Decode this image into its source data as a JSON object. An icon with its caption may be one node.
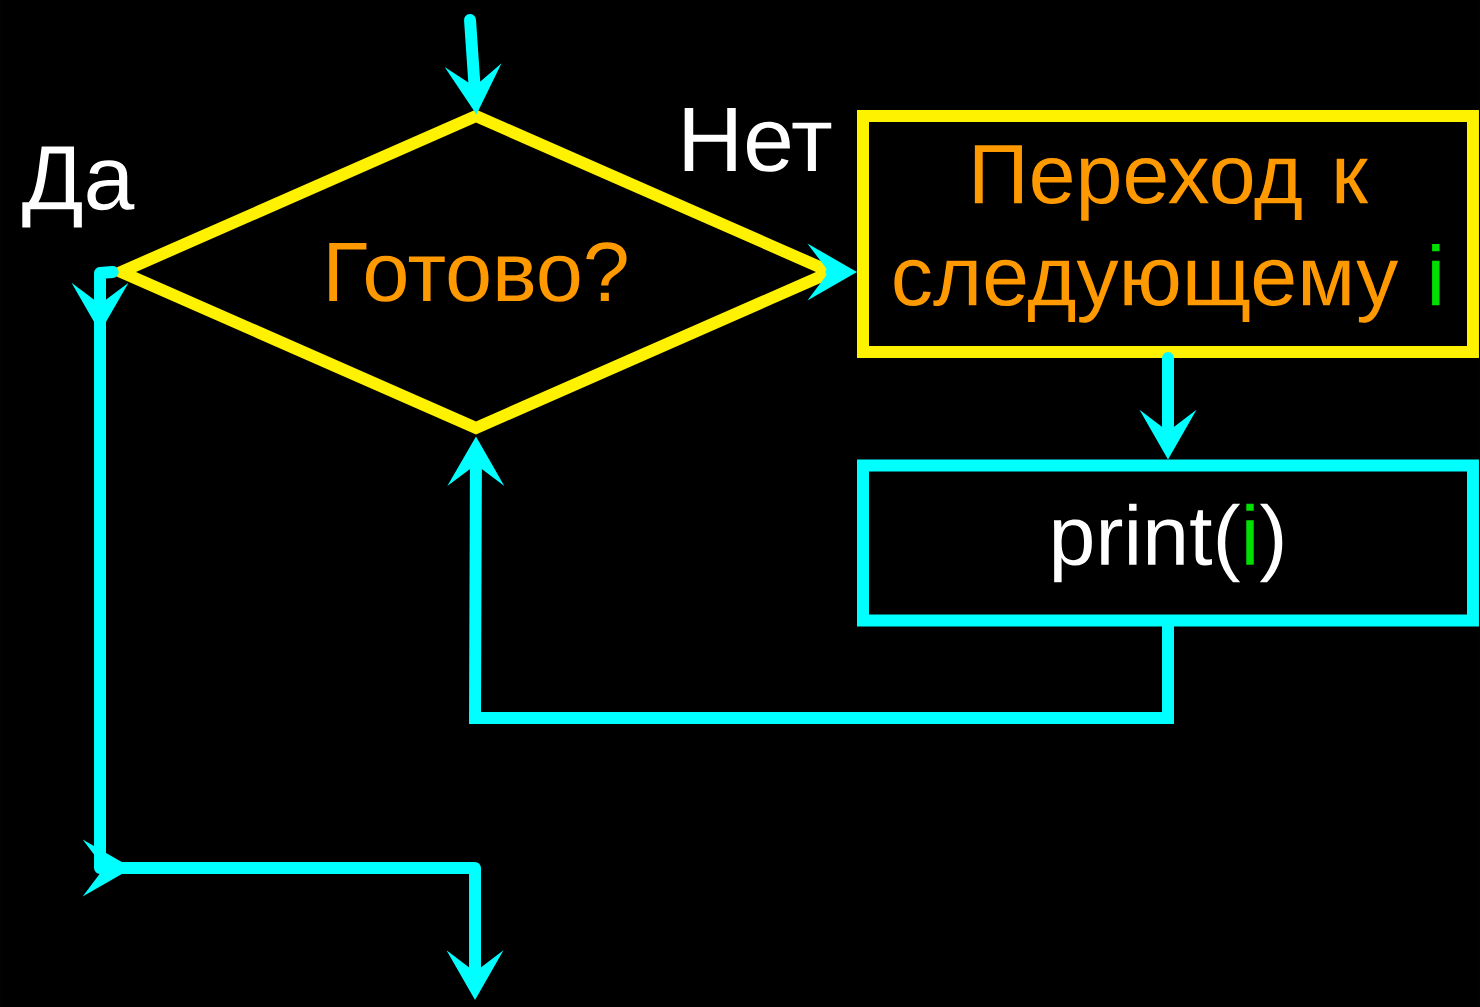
{
  "diagram": {
    "nodes": [
      {
        "text": [
          "Готово?"
        ]
      },
      {
        "text": [
          "Переход к следующему",
          "i"
        ]
      },
      {
        "text": [
          "print(",
          "i",
          ")"
        ]
      }
    ],
    "edges": [
      {
        "from": null,
        "to": 0,
        "arrow": "to"
      },
      {
        "from": 0,
        "to": 1,
        "arrow": "to",
        "label": "Нет"
      },
      {
        "from": 1,
        "to": 2,
        "arrow": "to"
      },
      {
        "from": 2,
        "to": 0,
        "arrow": "to"
      },
      {
        "from": 0,
        "to": null,
        "arrow": "to",
        "label": "Да"
      }
    ]
  }
}
